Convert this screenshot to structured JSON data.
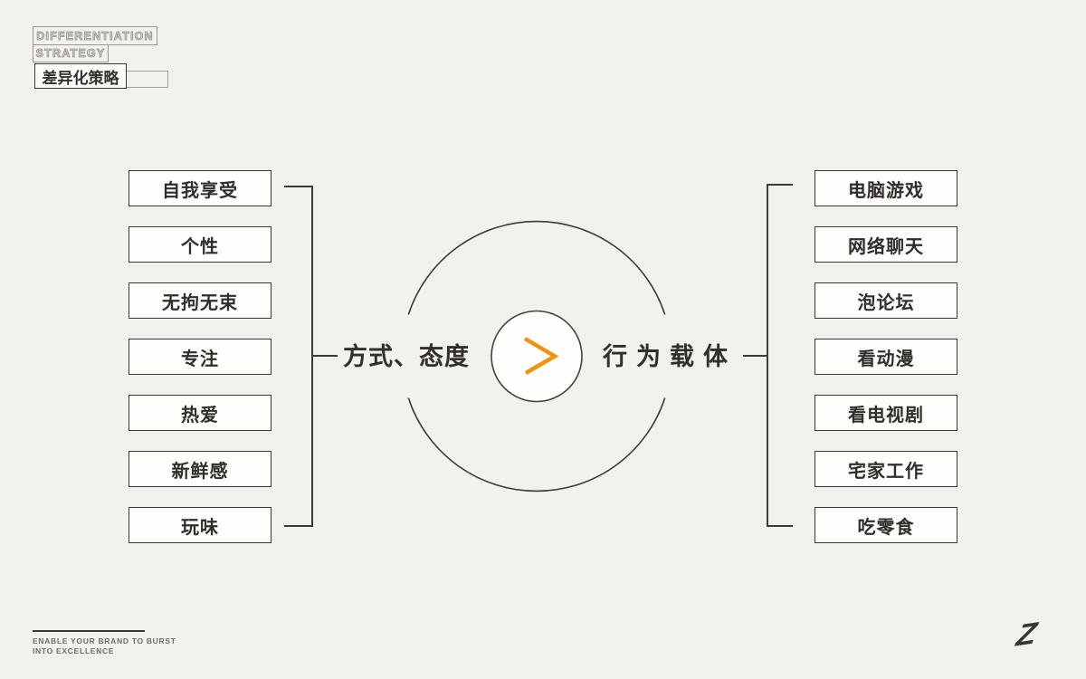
{
  "page": {
    "background": "#f3f1ec"
  },
  "header": {
    "title_line1": "DIFFERENTIATION",
    "title_line2": "STRATEGY",
    "subtitle": "差异化策略"
  },
  "diagram": {
    "left_label": "方式、态度",
    "right_label": "行为载体",
    "center_symbol": ">",
    "left_items": [
      "自我享受",
      "个性",
      "无拘无束",
      "专注",
      "热爱",
      "新鲜感",
      "玩味"
    ],
    "right_items": [
      "电脑游戏",
      "网络聊天",
      "泡论坛",
      "看动漫",
      "看电视剧",
      "宅家工作",
      "吃零食"
    ]
  },
  "footer": {
    "tagline_line1": "ENABLE YOUR BRAND TO BURST",
    "tagline_line2": "INTO EXCELLENCE",
    "logo": "Z"
  },
  "colors": {
    "accent": "#f0930f",
    "line": "#3d3a36",
    "background": "#f3f1ec",
    "muted": "#94908a"
  }
}
